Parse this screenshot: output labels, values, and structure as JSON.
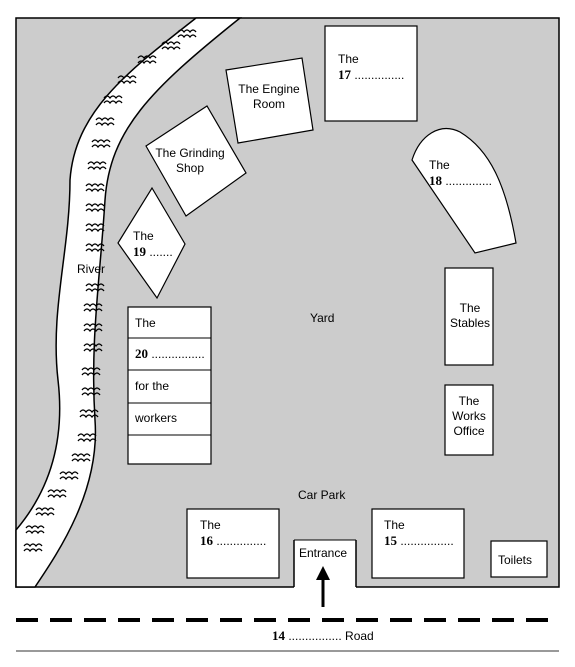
{
  "labels": {
    "river": "River",
    "yard": "Yard",
    "car_park": "Car Park",
    "entrance": "Entrance",
    "toilets": "Toilets",
    "engine_room": [
      "The Engine",
      "Room"
    ],
    "grinding_shop": [
      "The Grinding",
      "Shop"
    ],
    "stables": [
      "The",
      "Stables"
    ],
    "works_office": [
      "The",
      "Works",
      "Office"
    ],
    "q17": {
      "the": "The",
      "num": "17",
      "blank": " ..............."
    },
    "q18": {
      "the": "The",
      "num": "18",
      "blank": " .............."
    },
    "q19": {
      "the": "The",
      "num": "19",
      "blank": " ......."
    },
    "q20": {
      "the": "The",
      "num": "20",
      "blank": " ................",
      "line3": "for the",
      "line4": "workers"
    },
    "q16": {
      "the": "The",
      "num": "16",
      "blank": " ..............."
    },
    "q15": {
      "the": "The",
      "num": "15",
      "blank": " ................"
    },
    "q14": {
      "num": "14",
      "blank": " ................",
      "suffix": " Road"
    }
  },
  "colors": {
    "ground": "#cccccc",
    "building": "#ffffff",
    "line": "#000000"
  }
}
